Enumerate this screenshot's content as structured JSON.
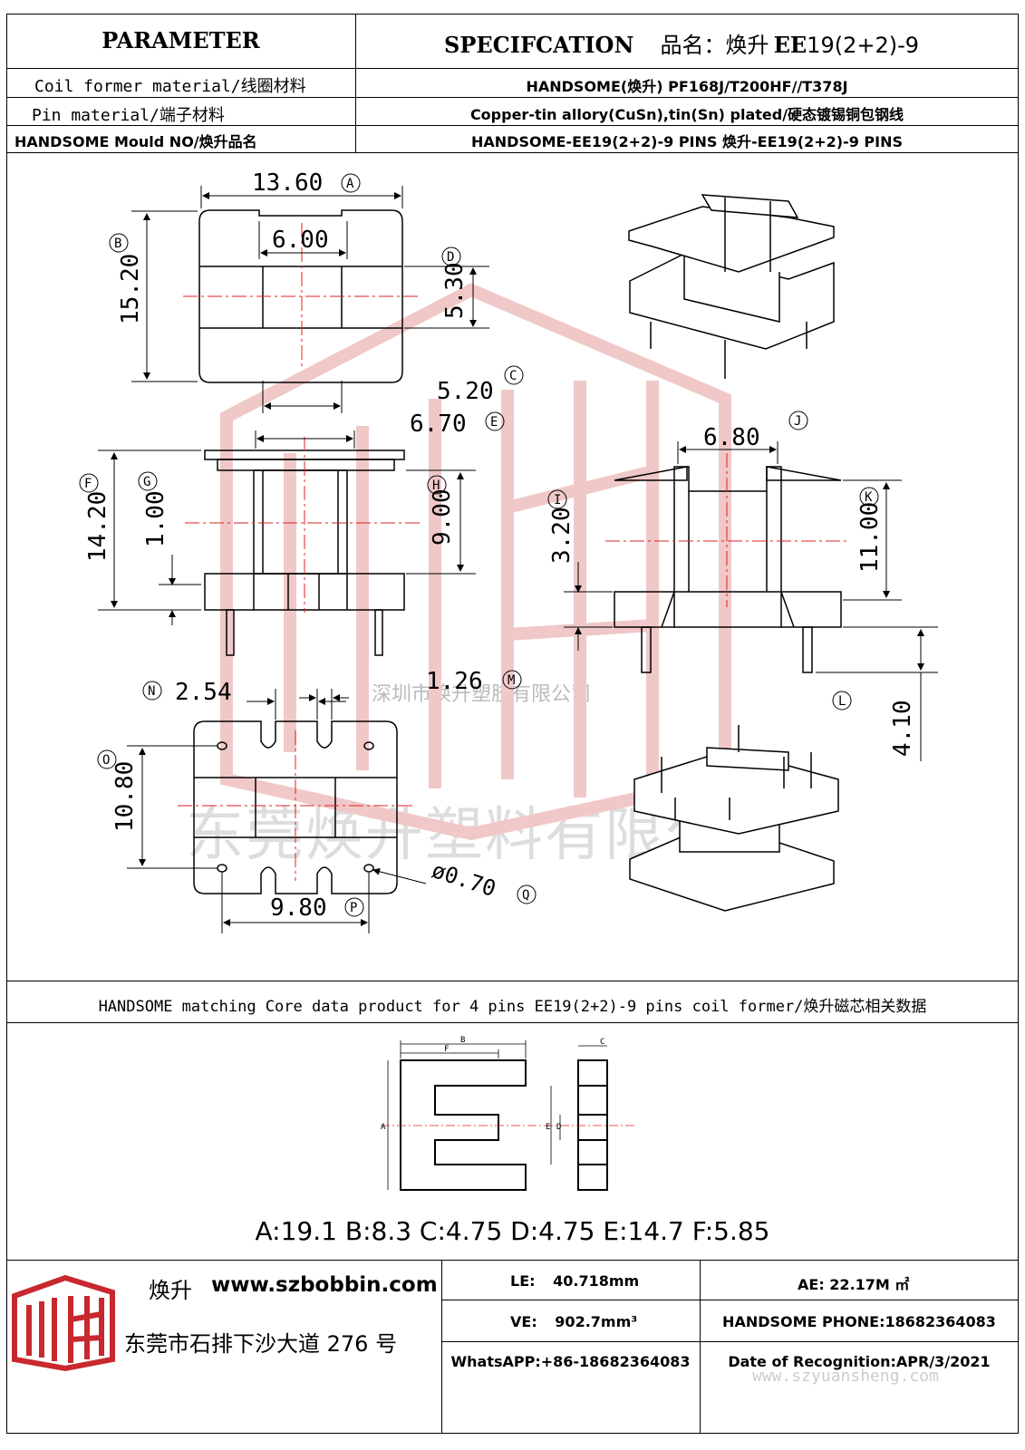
{
  "header": {
    "parameter": "PARAMETER",
    "spec_label": "SPECIFCATION",
    "product_label": "品名：焕升",
    "product_model_bold": "EE",
    "product_model": "19(2+2)-9"
  },
  "rows": [
    {
      "label": "Coil former material/线圈材料",
      "value": "HANDSOME(焕升)   PF168J/T200HF//T378J"
    },
    {
      "label": "Pin material/端子材料",
      "value": "Copper-tin allory(CuSn),tin(Sn) plated/硬态镀锡铜包钢线"
    },
    {
      "label": "HANDSOME Mould NO/焕升品名",
      "value": "HANDSOME-EE19(2+2)-9 PINS    焕升-EE19(2+2)-9 PINS"
    }
  ],
  "dimensions": {
    "A": {
      "letter": "A",
      "value": "13.60"
    },
    "B": {
      "letter": "B",
      "value": "15.20"
    },
    "inner_w": "6.00",
    "C": {
      "letter": "C",
      "value": "5.20"
    },
    "D": {
      "letter": "D",
      "value": "5.30"
    },
    "E": {
      "letter": "E",
      "value": "6.70"
    },
    "F": {
      "letter": "F",
      "value": "14.20"
    },
    "G": {
      "letter": "G",
      "value": "1.00"
    },
    "H": {
      "letter": "H",
      "value": "9.00"
    },
    "I": {
      "letter": "I",
      "value": "3.20"
    },
    "J": {
      "letter": "J",
      "value": "6.80"
    },
    "K": {
      "letter": "K",
      "value": "11.00"
    },
    "L": {
      "letter": "L",
      "value": "4.10"
    },
    "M": {
      "letter": "M",
      "value": "1.26"
    },
    "N": {
      "letter": "N",
      "value": "2.54"
    },
    "O": {
      "letter": "O",
      "value": "10.80"
    },
    "P": {
      "letter": "P",
      "value": "9.80"
    },
    "Q": {
      "letter": "Q",
      "value": "ø0.70"
    }
  },
  "watermarks": {
    "company_small": "深圳市焕升塑胶有限公司",
    "company_large": "东莞焕升塑料有限公司",
    "site": "www.szyuansheng.com"
  },
  "core_section": {
    "title": "HANDSOME matching Core data  product for 4 pins EE19(2+2)-9 pins coil former/焕升磁芯相关数据",
    "core_letters": [
      "A",
      "B",
      "C",
      "D",
      "E",
      "F"
    ],
    "core_values": "A:19.1 B:8.3 C:4.75 D:4.75 E:14.7 F:5.85"
  },
  "footer": {
    "brand": "焕升",
    "website": "www.szbobbin.com",
    "address": "东莞市石排下沙大道 276 号",
    "le_label": "LE:",
    "le_value": "40.718mm",
    "ae_label": "AE:",
    "ae_value": "22.17M ㎡",
    "ve_label": "VE:",
    "ve_value": "902.7mm³",
    "phone": "HANDSOME PHONE:18682364083",
    "whatsapp": "WhatsAPP:+86-18682364083",
    "date": "Date of Recognition:APR/3/2021"
  },
  "colors": {
    "line": "#000000",
    "center_line": "#e02020",
    "watermark": "#e8a0a0",
    "logo": "#c8282e"
  }
}
